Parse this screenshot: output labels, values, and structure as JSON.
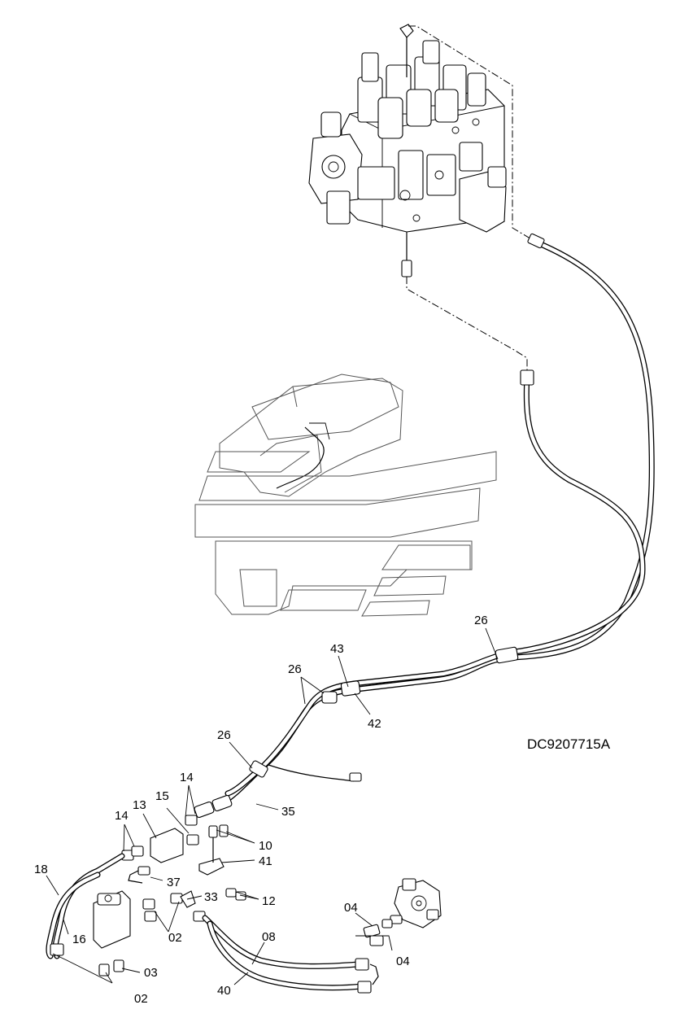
{
  "drawing_code": "DC9207715A",
  "callouts": {
    "c26a": "26",
    "c43": "43",
    "c26b": "26",
    "c42": "42",
    "c26c": "26",
    "c14a": "14",
    "c13": "13",
    "c15": "15",
    "c14b": "14",
    "c35": "35",
    "c10": "10",
    "c41": "41",
    "c18": "18",
    "c37": "37",
    "c33": "33",
    "c12": "12",
    "c16": "16",
    "c02a": "02",
    "c08": "08",
    "c04a": "04",
    "c04b": "04",
    "c03": "03",
    "c02b": "02",
    "c40": "40"
  }
}
